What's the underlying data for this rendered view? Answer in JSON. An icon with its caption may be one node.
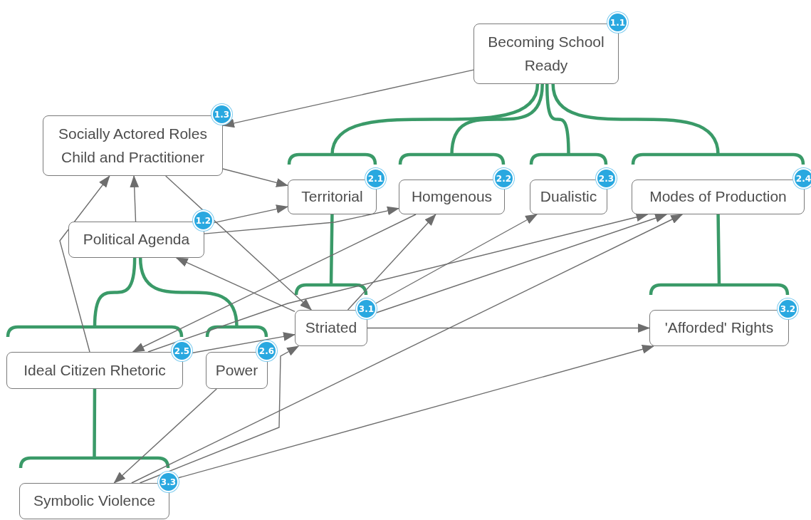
{
  "diagram": {
    "nodes": [
      {
        "text": [
          "Becoming School Ready"
        ],
        "beside": [
          "1.1"
        ]
      },
      {
        "text": [
          "Socially Actored Roles Child and Practitioner"
        ],
        "beside": [
          "1.3"
        ]
      },
      {
        "text": [
          "Political Agenda"
        ],
        "beside": [
          "1.2"
        ]
      },
      {
        "text": [
          "Territorial"
        ],
        "beside": [
          "2.1"
        ]
      },
      {
        "text": [
          "Homgenous"
        ],
        "beside": [
          "2.2"
        ]
      },
      {
        "text": [
          "Dualistic"
        ],
        "beside": [
          "2.3"
        ]
      },
      {
        "text": [
          "Modes of Production"
        ],
        "beside": [
          "2.4"
        ]
      },
      {
        "text": [
          "Striated"
        ],
        "beside": [
          "3.1"
        ]
      },
      {
        "text": [
          "'Afforded' Rights"
        ],
        "beside": [
          "3.2"
        ]
      },
      {
        "text": [
          "Ideal Citizen Rhetoric"
        ],
        "beside": [
          "2.5"
        ]
      },
      {
        "text": [
          "Power"
        ],
        "beside": [
          "2.6"
        ]
      },
      {
        "text": [
          "Symbolic Violence"
        ],
        "beside": [
          "3.3"
        ]
      }
    ],
    "edges": [
      {
        "from": 0,
        "to": 3,
        "arrow": "none",
        "style": "thick",
        "color": "#3a9a68"
      },
      {
        "from": 0,
        "to": 4,
        "arrow": "none",
        "style": "thick",
        "color": "#3a9a68"
      },
      {
        "from": 0,
        "to": 5,
        "arrow": "none",
        "style": "thick",
        "color": "#3a9a68"
      },
      {
        "from": 0,
        "to": 6,
        "arrow": "none",
        "style": "thick",
        "color": "#3a9a68"
      },
      {
        "from": 3,
        "to": 7,
        "arrow": "none",
        "style": "thick",
        "color": "#3a9a68"
      },
      {
        "from": 6,
        "to": 8,
        "arrow": "none",
        "style": "thick",
        "color": "#3a9a68"
      },
      {
        "from": 2,
        "to": 9,
        "arrow": "none",
        "style": "thick",
        "color": "#3a9a68"
      },
      {
        "from": 2,
        "to": 10,
        "arrow": "none",
        "style": "thick",
        "color": "#3a9a68"
      },
      {
        "from": 9,
        "to": 11,
        "arrow": "none",
        "style": "thick",
        "color": "#3a9a68"
      },
      {
        "from": 0,
        "to": 1,
        "arrow": "to"
      },
      {
        "from": 1,
        "to": 3,
        "arrow": "to"
      },
      {
        "from": 1,
        "to": 7,
        "arrow": "to"
      },
      {
        "from": 2,
        "to": 1,
        "arrow": "to"
      },
      {
        "from": 9,
        "to": 1,
        "arrow": "to"
      },
      {
        "from": 2,
        "to": 3,
        "arrow": "to"
      },
      {
        "from": 2,
        "to": 4,
        "arrow": "to"
      },
      {
        "from": 7,
        "to": 2,
        "arrow": "to"
      },
      {
        "from": 4,
        "to": 9,
        "arrow": "to"
      },
      {
        "from": 7,
        "to": 4,
        "arrow": "to"
      },
      {
        "from": 9,
        "to": 7,
        "arrow": "to"
      },
      {
        "from": 11,
        "to": 7,
        "arrow": "to"
      },
      {
        "from": 7,
        "to": 5,
        "arrow": "to"
      },
      {
        "from": 9,
        "to": 6,
        "arrow": "to"
      },
      {
        "from": 7,
        "to": 6,
        "arrow": "to"
      },
      {
        "from": 7,
        "to": 8,
        "arrow": "to"
      },
      {
        "from": 10,
        "to": 11,
        "arrow": "to"
      },
      {
        "from": 11,
        "to": 6,
        "arrow": "to"
      },
      {
        "from": 11,
        "to": 8,
        "arrow": "to"
      }
    ]
  }
}
